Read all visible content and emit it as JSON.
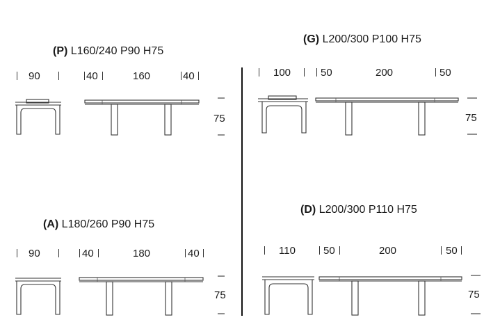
{
  "tables": {
    "P": {
      "code": "(P)",
      "spec": "L160/240 P90 H75",
      "depth": "90",
      "side_ext_left": "40",
      "length": "160",
      "side_ext_right": "40",
      "height": "75"
    },
    "G": {
      "code": "(G)",
      "spec": "L200/300 P100 H75",
      "depth": "100",
      "side_ext_left": "50",
      "length": "200",
      "side_ext_right": "50",
      "height": "75"
    },
    "A": {
      "code": "(A)",
      "spec": "L180/260 P90 H75",
      "depth": "90",
      "side_ext_left": "40",
      "length": "180",
      "side_ext_right": "40",
      "height": "75"
    },
    "D": {
      "code": "(D)",
      "spec": "L200/300 P110 H75",
      "depth": "110",
      "side_ext_left": "50",
      "length": "200",
      "side_ext_right": "50",
      "height": "75"
    }
  }
}
